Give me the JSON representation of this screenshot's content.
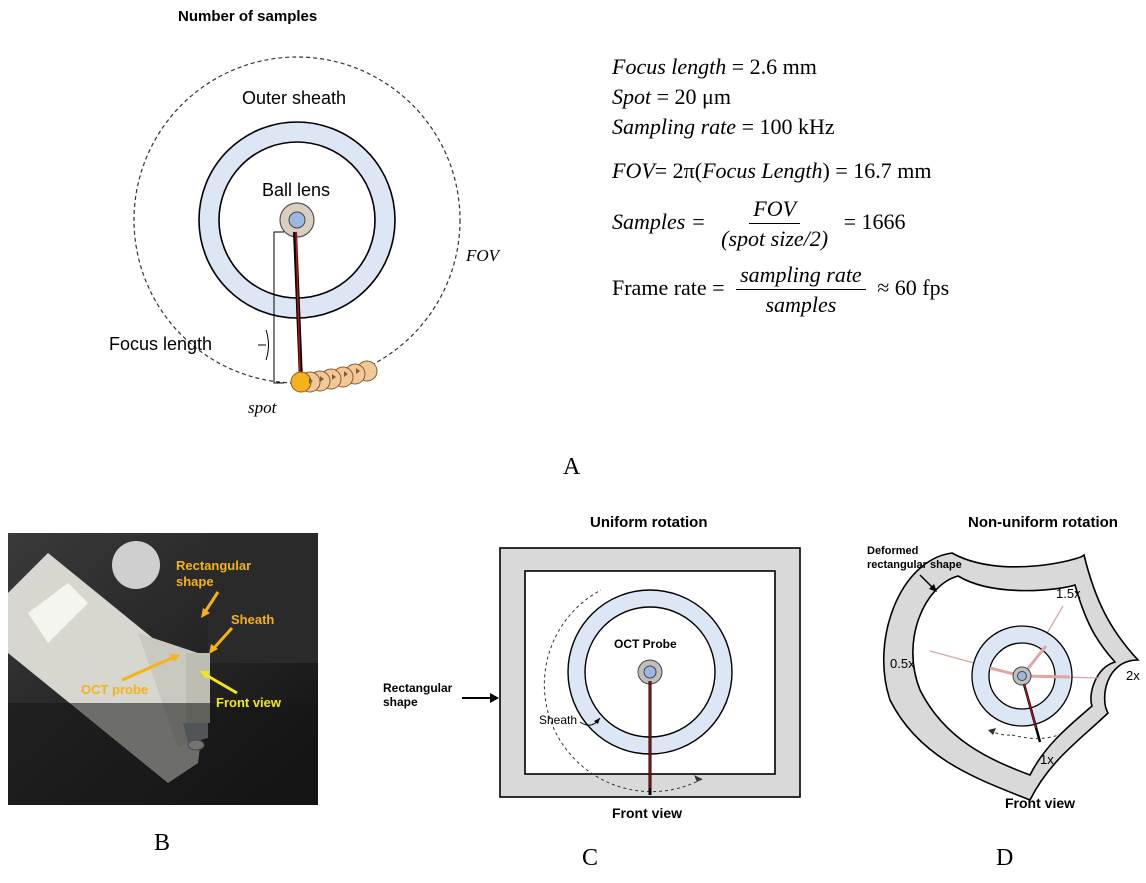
{
  "panel_a": {
    "title": "Number of samples",
    "labels": {
      "outer_sheath": "Outer sheath",
      "ball_lens": "Ball lens",
      "fov": "FOV",
      "focus_length": "Focus length",
      "spot": "spot"
    },
    "equations": {
      "focus_lhs": "Focus length",
      "focus_rhs": "= 2.6 mm",
      "spot_lhs": "Spot",
      "spot_rhs": "= 20 μm",
      "rate_lhs": "Sampling rate",
      "rate_rhs": "= 100 kHz",
      "fov_lhs": "FOV",
      "fov_mid": "= 2π(",
      "fov_arg": "Focus Length",
      "fov_rhs": ") = 16.7 mm",
      "samples_lhs": "Samples =",
      "samples_num": "FOV",
      "samples_den": "(spot size/2)",
      "samples_rhs": "= 1666",
      "frame_lhs": "Frame rate =",
      "frame_num": "sampling rate",
      "frame_den": "samples",
      "frame_rhs": "≈ 60 fps"
    },
    "letter": "A"
  },
  "panel_b": {
    "labels": {
      "rect_line1": "Rectangular",
      "rect_line2": "shape",
      "sheath": "Sheath",
      "oct_probe": "OCT probe",
      "front_view": "Front view"
    },
    "letter": "B"
  },
  "panel_c": {
    "title": "Uniform rotation",
    "labels": {
      "oct_probe": "OCT Probe",
      "sheath": "Sheath",
      "rect_line1": "Rectangular",
      "rect_line2": "shape",
      "front_view": "Front view"
    },
    "letter": "C"
  },
  "panel_d": {
    "title": "Non-uniform rotation",
    "labels": {
      "deformed_line1": "Deformed",
      "deformed_line2": "rectangular shape",
      "m15": "1.5x",
      "m05": "0.5x",
      "m2": "2x",
      "m1": "1x",
      "front_view": "Front view"
    },
    "letter": "D"
  },
  "colors": {
    "sheath_fill": "#dce6f5",
    "sheath_stroke": "#000000",
    "lens_fill": "#9db8e0",
    "lens_ring": "#d8cfc0",
    "beam": "#c0141a",
    "spot_fill": "#f0c89a",
    "spot_active": "#f5b21a",
    "gray_frame": "#d9d9d9",
    "label_orange": "#f5b21a",
    "label_yellow": "#f3e51c"
  }
}
